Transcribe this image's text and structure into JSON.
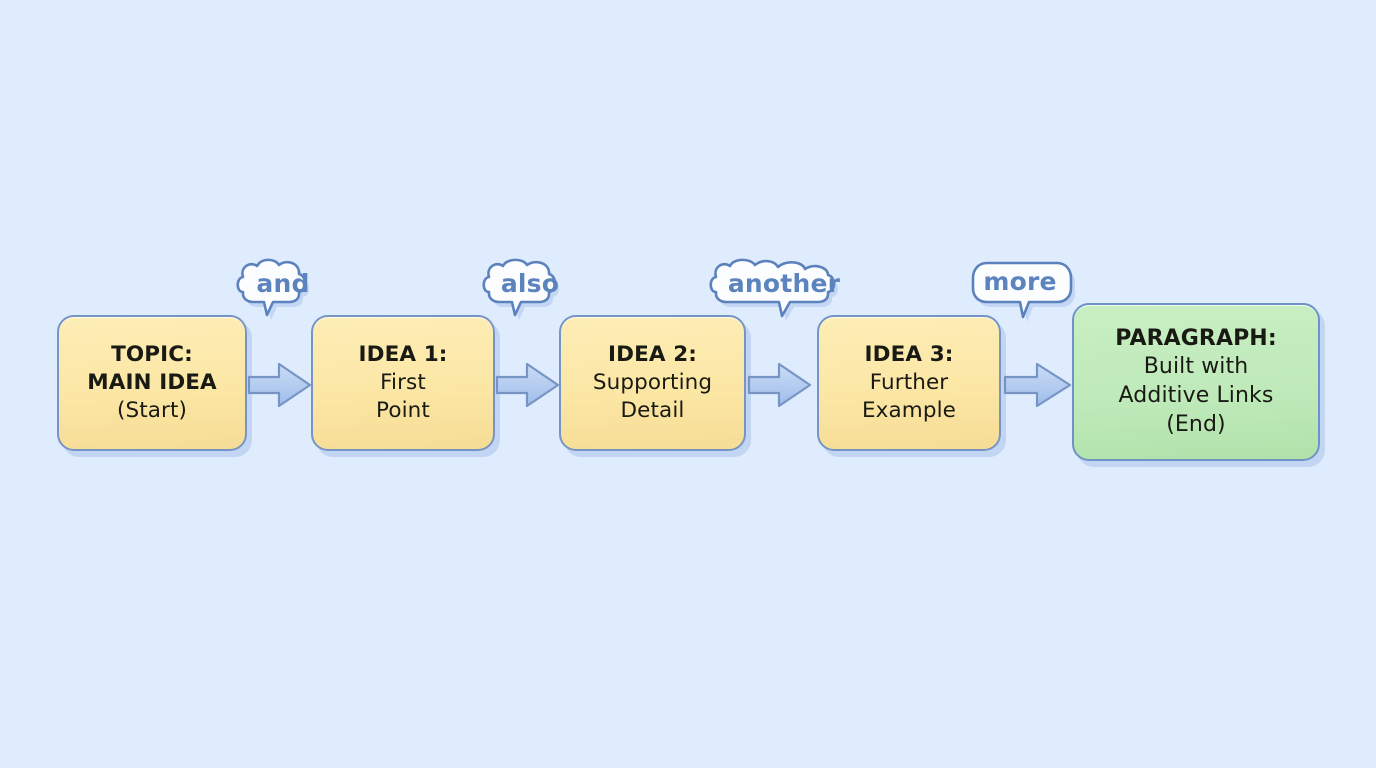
{
  "diagram": {
    "title": "Additive paragraph-building flow",
    "background_color": "#dfecfd",
    "nodes": [
      {
        "id": "topic",
        "kind": "start",
        "lines": [
          "TOPIC:",
          "MAIN IDEA",
          "(Start)"
        ],
        "fill_color": "#fbe6a4",
        "border_color": "#7795c4"
      },
      {
        "id": "idea1",
        "kind": "step",
        "lines": [
          "IDEA 1:",
          "First",
          "Point"
        ],
        "fill_color": "#fbe6a4",
        "border_color": "#7795c4"
      },
      {
        "id": "idea2",
        "kind": "step",
        "lines": [
          "IDEA 2:",
          "Supporting",
          "Detail"
        ],
        "fill_color": "#fbe6a4",
        "border_color": "#7795c4"
      },
      {
        "id": "idea3",
        "kind": "step",
        "lines": [
          "IDEA 3:",
          "Further",
          "Example"
        ],
        "fill_color": "#fbe6a4",
        "border_color": "#7795c4"
      },
      {
        "id": "paragraph",
        "kind": "end",
        "lines": [
          "PARAGRAPH:",
          "Built with",
          "Additive Links",
          "(End)"
        ],
        "fill_color": "#bfeaba",
        "border_color": "#6f93c6"
      }
    ],
    "connectors": [
      {
        "id": "link-1",
        "from": "topic",
        "to": "idea1",
        "bubble_label": "and",
        "arrow_icon": "right-block-arrow-icon",
        "arrow_color": "#aec9ef",
        "bubble_text_color": "#5b83bd"
      },
      {
        "id": "link-2",
        "from": "idea1",
        "to": "idea2",
        "bubble_label": "also",
        "arrow_icon": "right-block-arrow-icon",
        "arrow_color": "#aec9ef",
        "bubble_text_color": "#5b83bd"
      },
      {
        "id": "link-3",
        "from": "idea2",
        "to": "idea3",
        "bubble_label": "another",
        "arrow_icon": "right-block-arrow-icon",
        "arrow_color": "#aec9ef",
        "bubble_text_color": "#5b83bd"
      },
      {
        "id": "link-4",
        "from": "idea3",
        "to": "paragraph",
        "bubble_label": "more",
        "arrow_icon": "right-block-arrow-icon",
        "arrow_color": "#aec9ef",
        "bubble_text_color": "#5b83bd"
      }
    ]
  }
}
